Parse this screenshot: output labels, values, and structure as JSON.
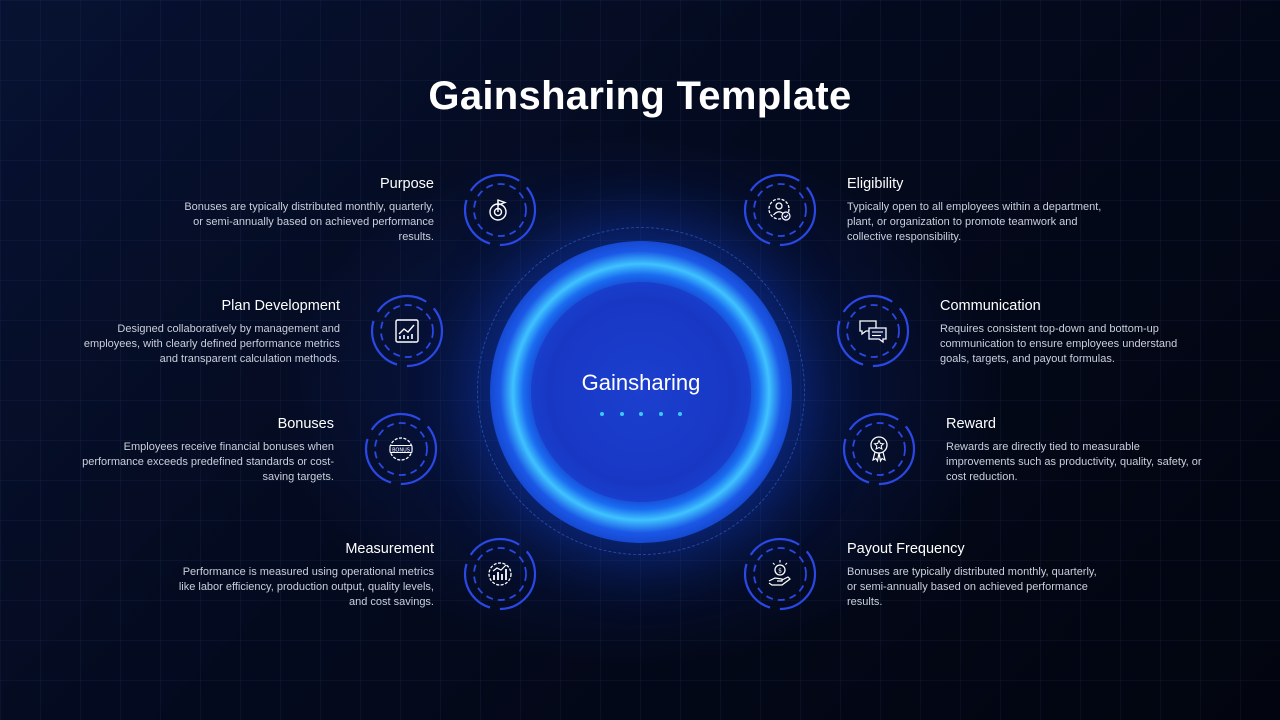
{
  "title": "Gainsharing Template",
  "center": {
    "label": "Gainsharing"
  },
  "colors": {
    "accent": "#1a4fe0",
    "glow": "#3fc3ff",
    "background": "#03081a"
  },
  "items": [
    {
      "title": "Purpose",
      "description": "Bonuses are typically distributed monthly, quarterly, or semi-annually based on achieved performance results.",
      "icon": "target-flag-icon"
    },
    {
      "title": "Plan Development",
      "description": "Designed collaboratively by management and employees, with clearly defined performance metrics and transparent calculation methods.",
      "icon": "growth-chart-icon"
    },
    {
      "title": "Bonuses",
      "description": "Employees receive financial bonuses when performance exceeds predefined standards or cost-saving targets.",
      "icon": "bonus-badge-icon"
    },
    {
      "title": "Measurement",
      "description": "Performance is measured using operational metrics like labor efficiency, production output, quality levels, and cost savings.",
      "icon": "bar-chart-icon"
    },
    {
      "title": "Eligibility",
      "description": "Typically open to all employees within a department, plant, or organization to promote teamwork and collective responsibility.",
      "icon": "user-gear-check-icon"
    },
    {
      "title": "Communication",
      "description": "Requires consistent top-down and bottom-up communication to ensure employees understand goals, targets, and payout formulas.",
      "icon": "chat-bubbles-icon"
    },
    {
      "title": "Reward",
      "description": "Rewards are directly tied to measurable improvements such as productivity, quality, safety, or cost reduction.",
      "icon": "award-medal-icon"
    },
    {
      "title": "Payout Frequency",
      "description": "Bonuses are typically distributed monthly, quarterly, or semi-annually based on achieved performance results.",
      "icon": "money-hand-icon"
    }
  ]
}
